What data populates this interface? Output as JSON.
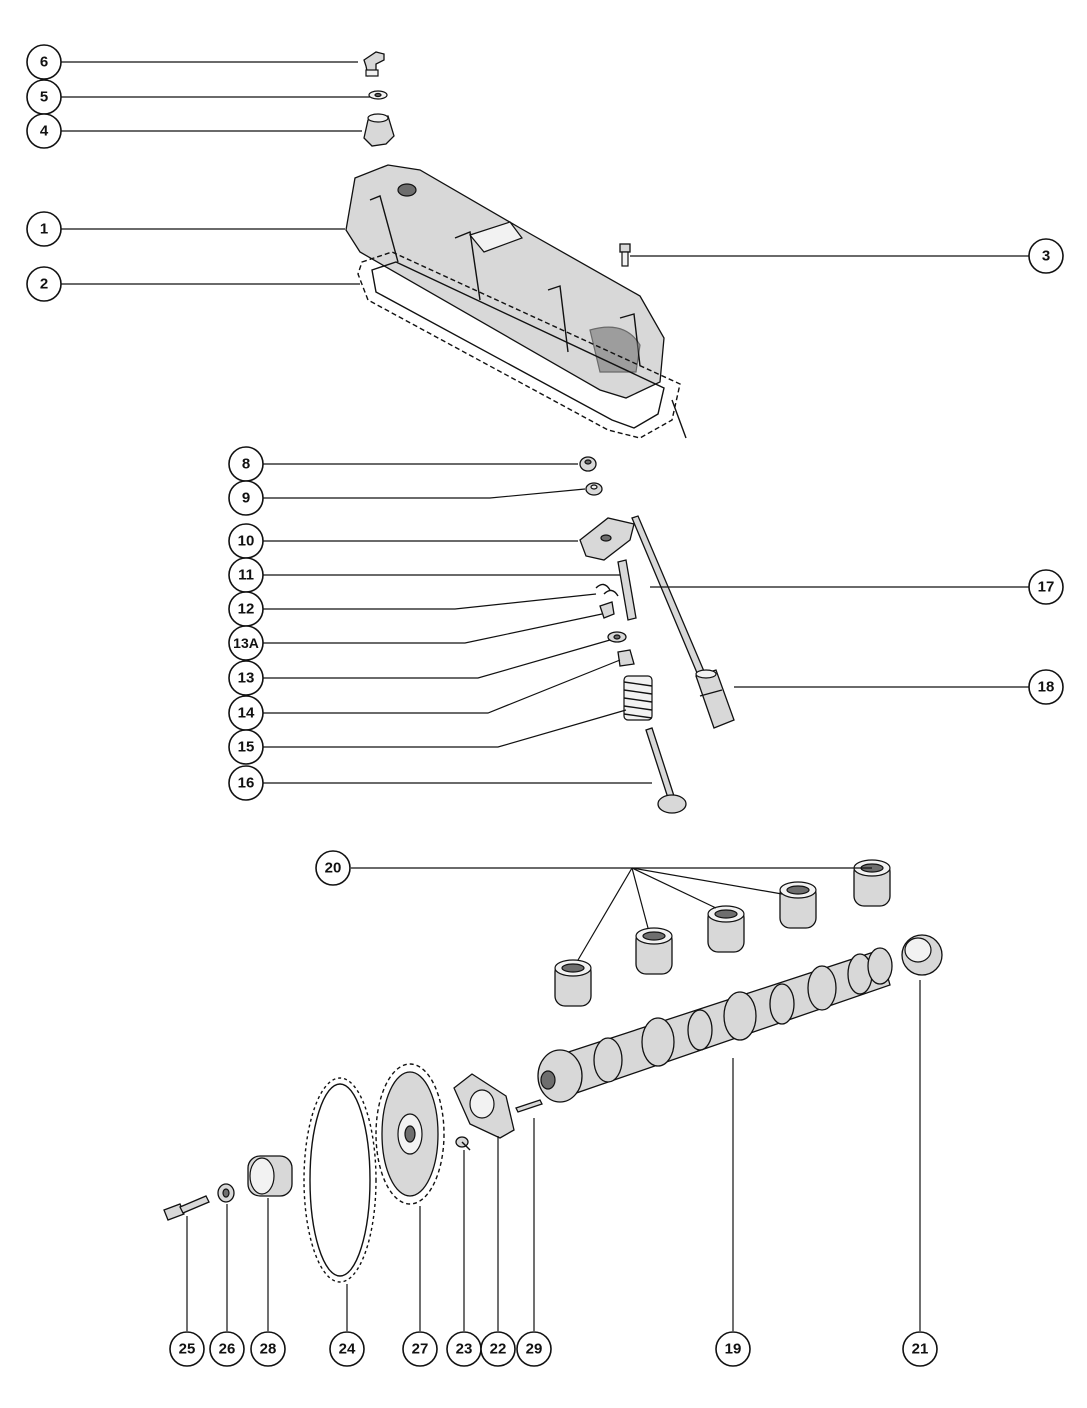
{
  "callouts": {
    "c1": "1",
    "c2": "2",
    "c3": "3",
    "c4": "4",
    "c5": "5",
    "c6": "6",
    "c8": "8",
    "c9": "9",
    "c10": "10",
    "c11": "11",
    "c12": "12",
    "c13a": "13A",
    "c13": "13",
    "c14": "14",
    "c15": "15",
    "c16": "16",
    "c17": "17",
    "c18": "18",
    "c19": "19",
    "c20": "20",
    "c21": "21",
    "c22": "22",
    "c23": "23",
    "c24": "24",
    "c25": "25",
    "c26": "26",
    "c27": "27",
    "c28": "28",
    "c29": "29"
  },
  "colors": {
    "ink": "#111111",
    "paper": "#ffffff",
    "shade": "#d8d8d8"
  }
}
